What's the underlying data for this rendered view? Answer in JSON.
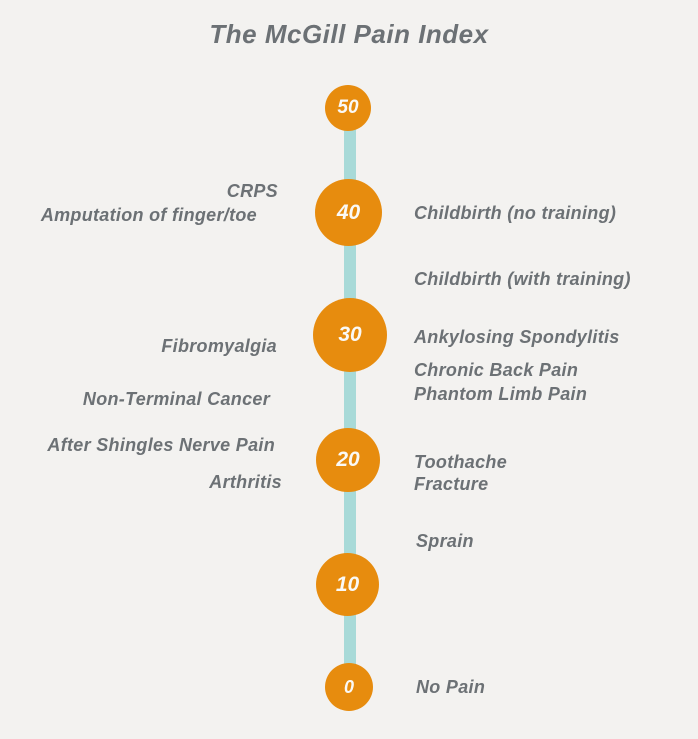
{
  "title": "The McGill Pain Index",
  "colors": {
    "background": "#F3F2F0",
    "circle_orange": "#E78C0E",
    "axis_teal": "#A8DAD8",
    "label_gray": "#6C7175",
    "number_white": "#FAF9F6"
  },
  "chart_data": {
    "type": "scatter",
    "title": "The McGill Pain Index",
    "orientation": "vertical",
    "axis": {
      "min": 0,
      "max": 50,
      "tick_step": 10
    },
    "scale_points": [
      50,
      40,
      30,
      20,
      10,
      0
    ],
    "annotations_left": [
      {
        "label": "CRPS",
        "value": 42
      },
      {
        "label": "Amputation of finger/toe",
        "value": 40
      },
      {
        "label": "Fibromyalgia",
        "value": 29
      },
      {
        "label": "Non-Terminal Cancer",
        "value": 25
      },
      {
        "label": "After Shingles Nerve Pain",
        "value": 21
      },
      {
        "label": "Arthritis",
        "value": 18
      }
    ],
    "annotations_right": [
      {
        "label": "Childbirth (no training)",
        "value": 40
      },
      {
        "label": "Childbirth (with training)",
        "value": 35
      },
      {
        "label": "Ankylosing Spondylitis",
        "value": 30
      },
      {
        "label": "Chronic Back Pain",
        "value": 27
      },
      {
        "label": "Phantom Limb Pain",
        "value": 25
      },
      {
        "label": "Toothache",
        "value": 20
      },
      {
        "label": "Fracture",
        "value": 18
      },
      {
        "label": "Sprain",
        "value": 14
      },
      {
        "label": "No Pain",
        "value": 0
      }
    ]
  }
}
